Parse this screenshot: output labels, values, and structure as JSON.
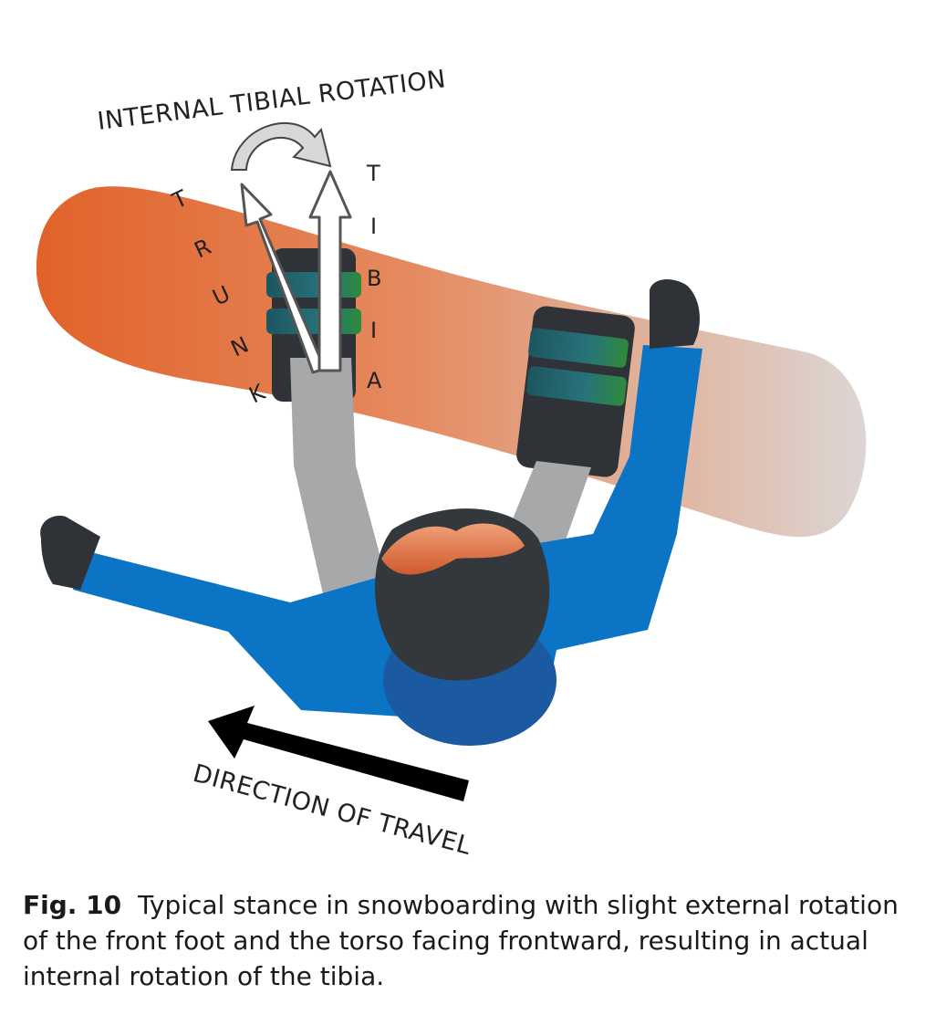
{
  "labels": {
    "rotation": "INTERNAL TIBIAL ROTATION",
    "trunk_letters": [
      "T",
      "R",
      "U",
      "N",
      "K"
    ],
    "tibia_letters": [
      "T",
      "I",
      "B",
      "I",
      "A"
    ],
    "direction": "DIRECTION OF TRAVEL"
  },
  "caption": {
    "figure_number": "Fig. 10",
    "text": "Typical stance in snowboarding with slight external rotation of the front foot and the torso facing frontward, resulting in actual internal rotation of the tibia."
  },
  "colors": {
    "board_front": "#e2652a",
    "board_back": "#dcdcdc",
    "jacket": "#0b74c4",
    "pants": "#a6a8aa",
    "helmet": "#33383c",
    "strap": "#1e5c62"
  }
}
